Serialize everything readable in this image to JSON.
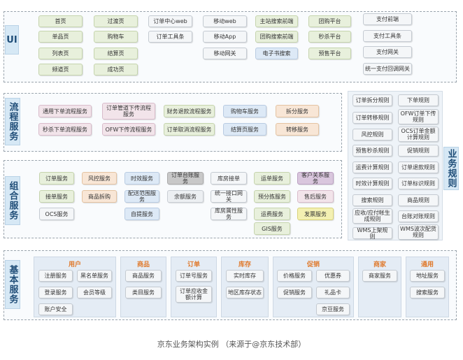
{
  "colors": {
    "tag_bg": "#d6e8f5",
    "tag_text": "#1f4d78",
    "group_title": "#e07a2d",
    "dashed_border": "#9aa4ad"
  },
  "layers": {
    "ui": {
      "label": "UI"
    },
    "process": {
      "label": "流程服务"
    },
    "composite": {
      "label": "组合服务"
    },
    "basic": {
      "label": "基本服务"
    },
    "business_rules": {
      "label": "业务规则"
    }
  },
  "ui": {
    "col1": [
      "首页",
      "单品页",
      "列表页",
      "频道页"
    ],
    "col2": [
      "过渡页",
      "购物车",
      "结算页",
      "成功页"
    ],
    "col3": [
      "订单中心web",
      "订单工具条"
    ],
    "col4": [
      "移动web",
      "移动App",
      "移动网关"
    ],
    "col5": [
      "主站搜索前端",
      "团购搜索前端",
      "电子书搜索"
    ],
    "col6": [
      "团购平台",
      "秒杀平台",
      "预售平台"
    ],
    "col7": [
      "支付前端",
      "支付工具条",
      "支付网关",
      "统一支付回调网关"
    ]
  },
  "process": {
    "col1": [
      "通用下单流程服务",
      "秒杀下单流程服务"
    ],
    "col2": [
      "订单管道下传流程服务",
      "OFW下传流程服务"
    ],
    "col3": [
      "财务退款流程服务",
      "订单取消流程服务"
    ],
    "col4": [
      "购物车服务",
      "结算页服务"
    ],
    "col5": [
      "拆分服务",
      "转移服务"
    ]
  },
  "composite": {
    "col1": [
      "订单服务",
      "接单服务",
      "OCS服务"
    ],
    "col2": [
      "风控服务",
      "商品拆购"
    ],
    "col3": [
      "时效服务",
      "配送范围服务",
      "自提服务"
    ],
    "col4": [
      "订单台账服务",
      "余额服务"
    ],
    "col5": [
      "库房接单",
      "统一接口网关",
      "库房属性服务"
    ],
    "col6": [
      "运单服务",
      "预分拣服务",
      "运费服务",
      "GIS服务"
    ],
    "col7": [
      "客户关系服务",
      "售后服务",
      "发票服务"
    ]
  },
  "rules": {
    "col1": [
      "订单拆分规则",
      "订单转移规则",
      "风控规则",
      "预售秒杀规则",
      "运费计算规则",
      "时效计算规则",
      "搜索规则",
      "应收/应付帐生成规则",
      "WMS上架规则"
    ],
    "col2": [
      "下单规则",
      "OFW订单下传规则",
      "OCS订单金额计算规则",
      "促销规则",
      "订单退款规则",
      "订单标识规则",
      "商品规则",
      "台账对账规则",
      "WMS波次配货规则"
    ]
  },
  "basic": {
    "user": {
      "title": "用户",
      "items": [
        "注册服务",
        "黑名单服务",
        "登录服务",
        "会员等级",
        "账户安全"
      ]
    },
    "product": {
      "title": "商品",
      "items": [
        "商品服务",
        "类目服务"
      ]
    },
    "order": {
      "title": "订单",
      "items": [
        "订单号服务",
        "订单应收金额计算"
      ]
    },
    "stock": {
      "title": "库存",
      "items": [
        "实时库存",
        "地区库存状态"
      ]
    },
    "promo": {
      "title": "促销",
      "items": [
        "价格服务",
        "优惠券",
        "促销服务",
        "礼品卡",
        "京豆服务"
      ]
    },
    "merchant": {
      "title": "商家",
      "items": [
        "商家服务"
      ]
    },
    "common": {
      "title": "通用",
      "items": [
        "地址服务",
        "搜索服务"
      ]
    }
  },
  "caption": "京东业务架构实例 （来源于@京东技术部）"
}
